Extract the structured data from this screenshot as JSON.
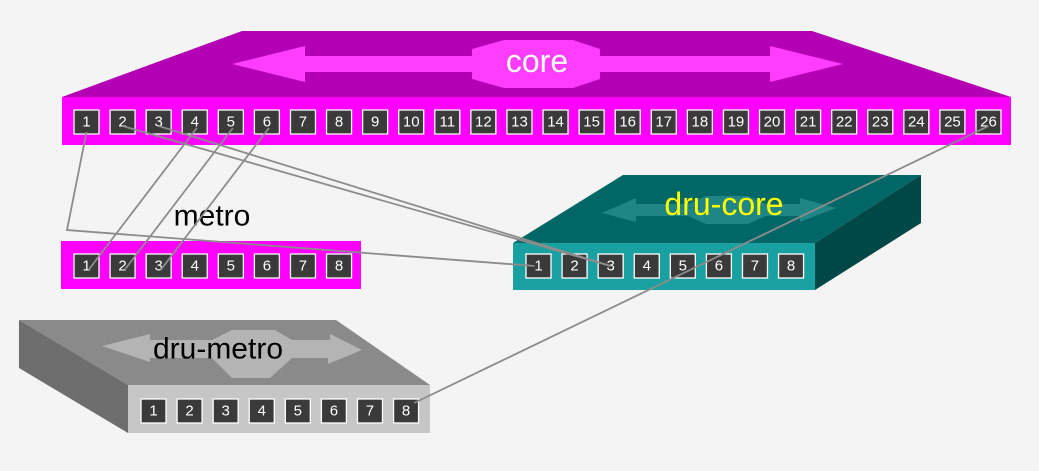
{
  "switches": {
    "core": {
      "label": "core",
      "ports": [
        "1",
        "2",
        "3",
        "4",
        "5",
        "6",
        "7",
        "8",
        "9",
        "10",
        "11",
        "12",
        "13",
        "14",
        "15",
        "16",
        "17",
        "18",
        "19",
        "20",
        "21",
        "22",
        "23",
        "24",
        "25",
        "26"
      ]
    },
    "metro": {
      "label": "metro",
      "ports": [
        "1",
        "2",
        "3",
        "4",
        "5",
        "6",
        "7",
        "8"
      ]
    },
    "dru_core": {
      "label": "dru-core",
      "ports": [
        "1",
        "2",
        "3",
        "4",
        "5",
        "6",
        "7",
        "8"
      ]
    },
    "dru_metro": {
      "label": "dru-metro",
      "ports": [
        "1",
        "2",
        "3",
        "4",
        "5",
        "6",
        "7",
        "8"
      ]
    }
  },
  "colors": {
    "background": "#f4f4f4",
    "core_top": "#b400b4",
    "core_front": "#ff00ff",
    "core_arrow": "#ff3dff",
    "metro_front": "#ff00ff",
    "dru_core_top": "#006666",
    "dru_core_front": "#19a1a1",
    "dru_core_side": "#004747",
    "dru_core_label": "#ffff00",
    "dru_metro_top": "#8a8a8a",
    "dru_metro_front": "#c6c6c6",
    "dru_metro_side": "#6e6e6e",
    "port_fill": "#3a3a3a",
    "port_border": "#ffffff",
    "link": "#8c8c8c"
  },
  "links": [
    {
      "from": [
        "core",
        1
      ],
      "to": [
        "dru_core",
        1
      ]
    },
    {
      "from": [
        "core",
        2
      ],
      "to": [
        "dru_core",
        3
      ]
    },
    {
      "from": [
        "core",
        3
      ],
      "to": [
        "dru_core",
        3
      ]
    },
    {
      "from": [
        "core",
        4
      ],
      "to": [
        "metro",
        1
      ]
    },
    {
      "from": [
        "core",
        5
      ],
      "to": [
        "metro",
        2
      ]
    },
    {
      "from": [
        "core",
        6
      ],
      "to": [
        "metro",
        3
      ]
    },
    {
      "from": [
        "core",
        26
      ],
      "to": [
        "dru_metro",
        8
      ]
    }
  ]
}
